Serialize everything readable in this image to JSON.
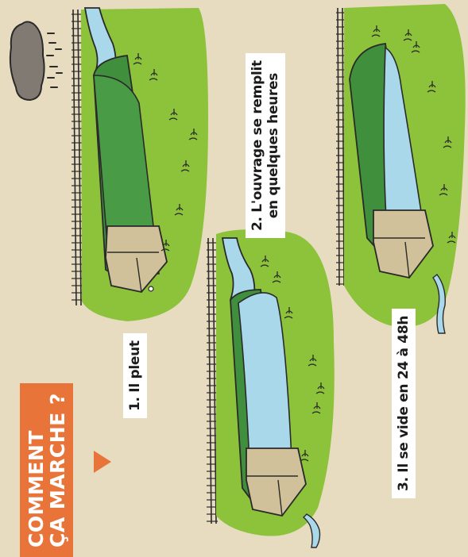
{
  "heading": {
    "line1": "COMMENT",
    "line2": "ÇA MARCHE ?"
  },
  "steps": [
    {
      "line1": "1. Il pleut",
      "line2": ""
    },
    {
      "line1": "2. L'ouvrage se remplit",
      "line2": "en quelques heures"
    },
    {
      "line1": "3. Il se vide en 24 à 48h",
      "line2": ""
    }
  ],
  "icons": {
    "cloud": "rain-cloud-icon",
    "basin": "retention-basin-icon",
    "water": "water-stream-icon"
  },
  "colors": {
    "background": "#e8dcc0",
    "grass": "#8dc23b",
    "embankment": "#3f8f3c",
    "water": "#a9d8ea",
    "concrete": "#d1c19a",
    "orange": "#e8743a",
    "cloud": "#807a72"
  }
}
